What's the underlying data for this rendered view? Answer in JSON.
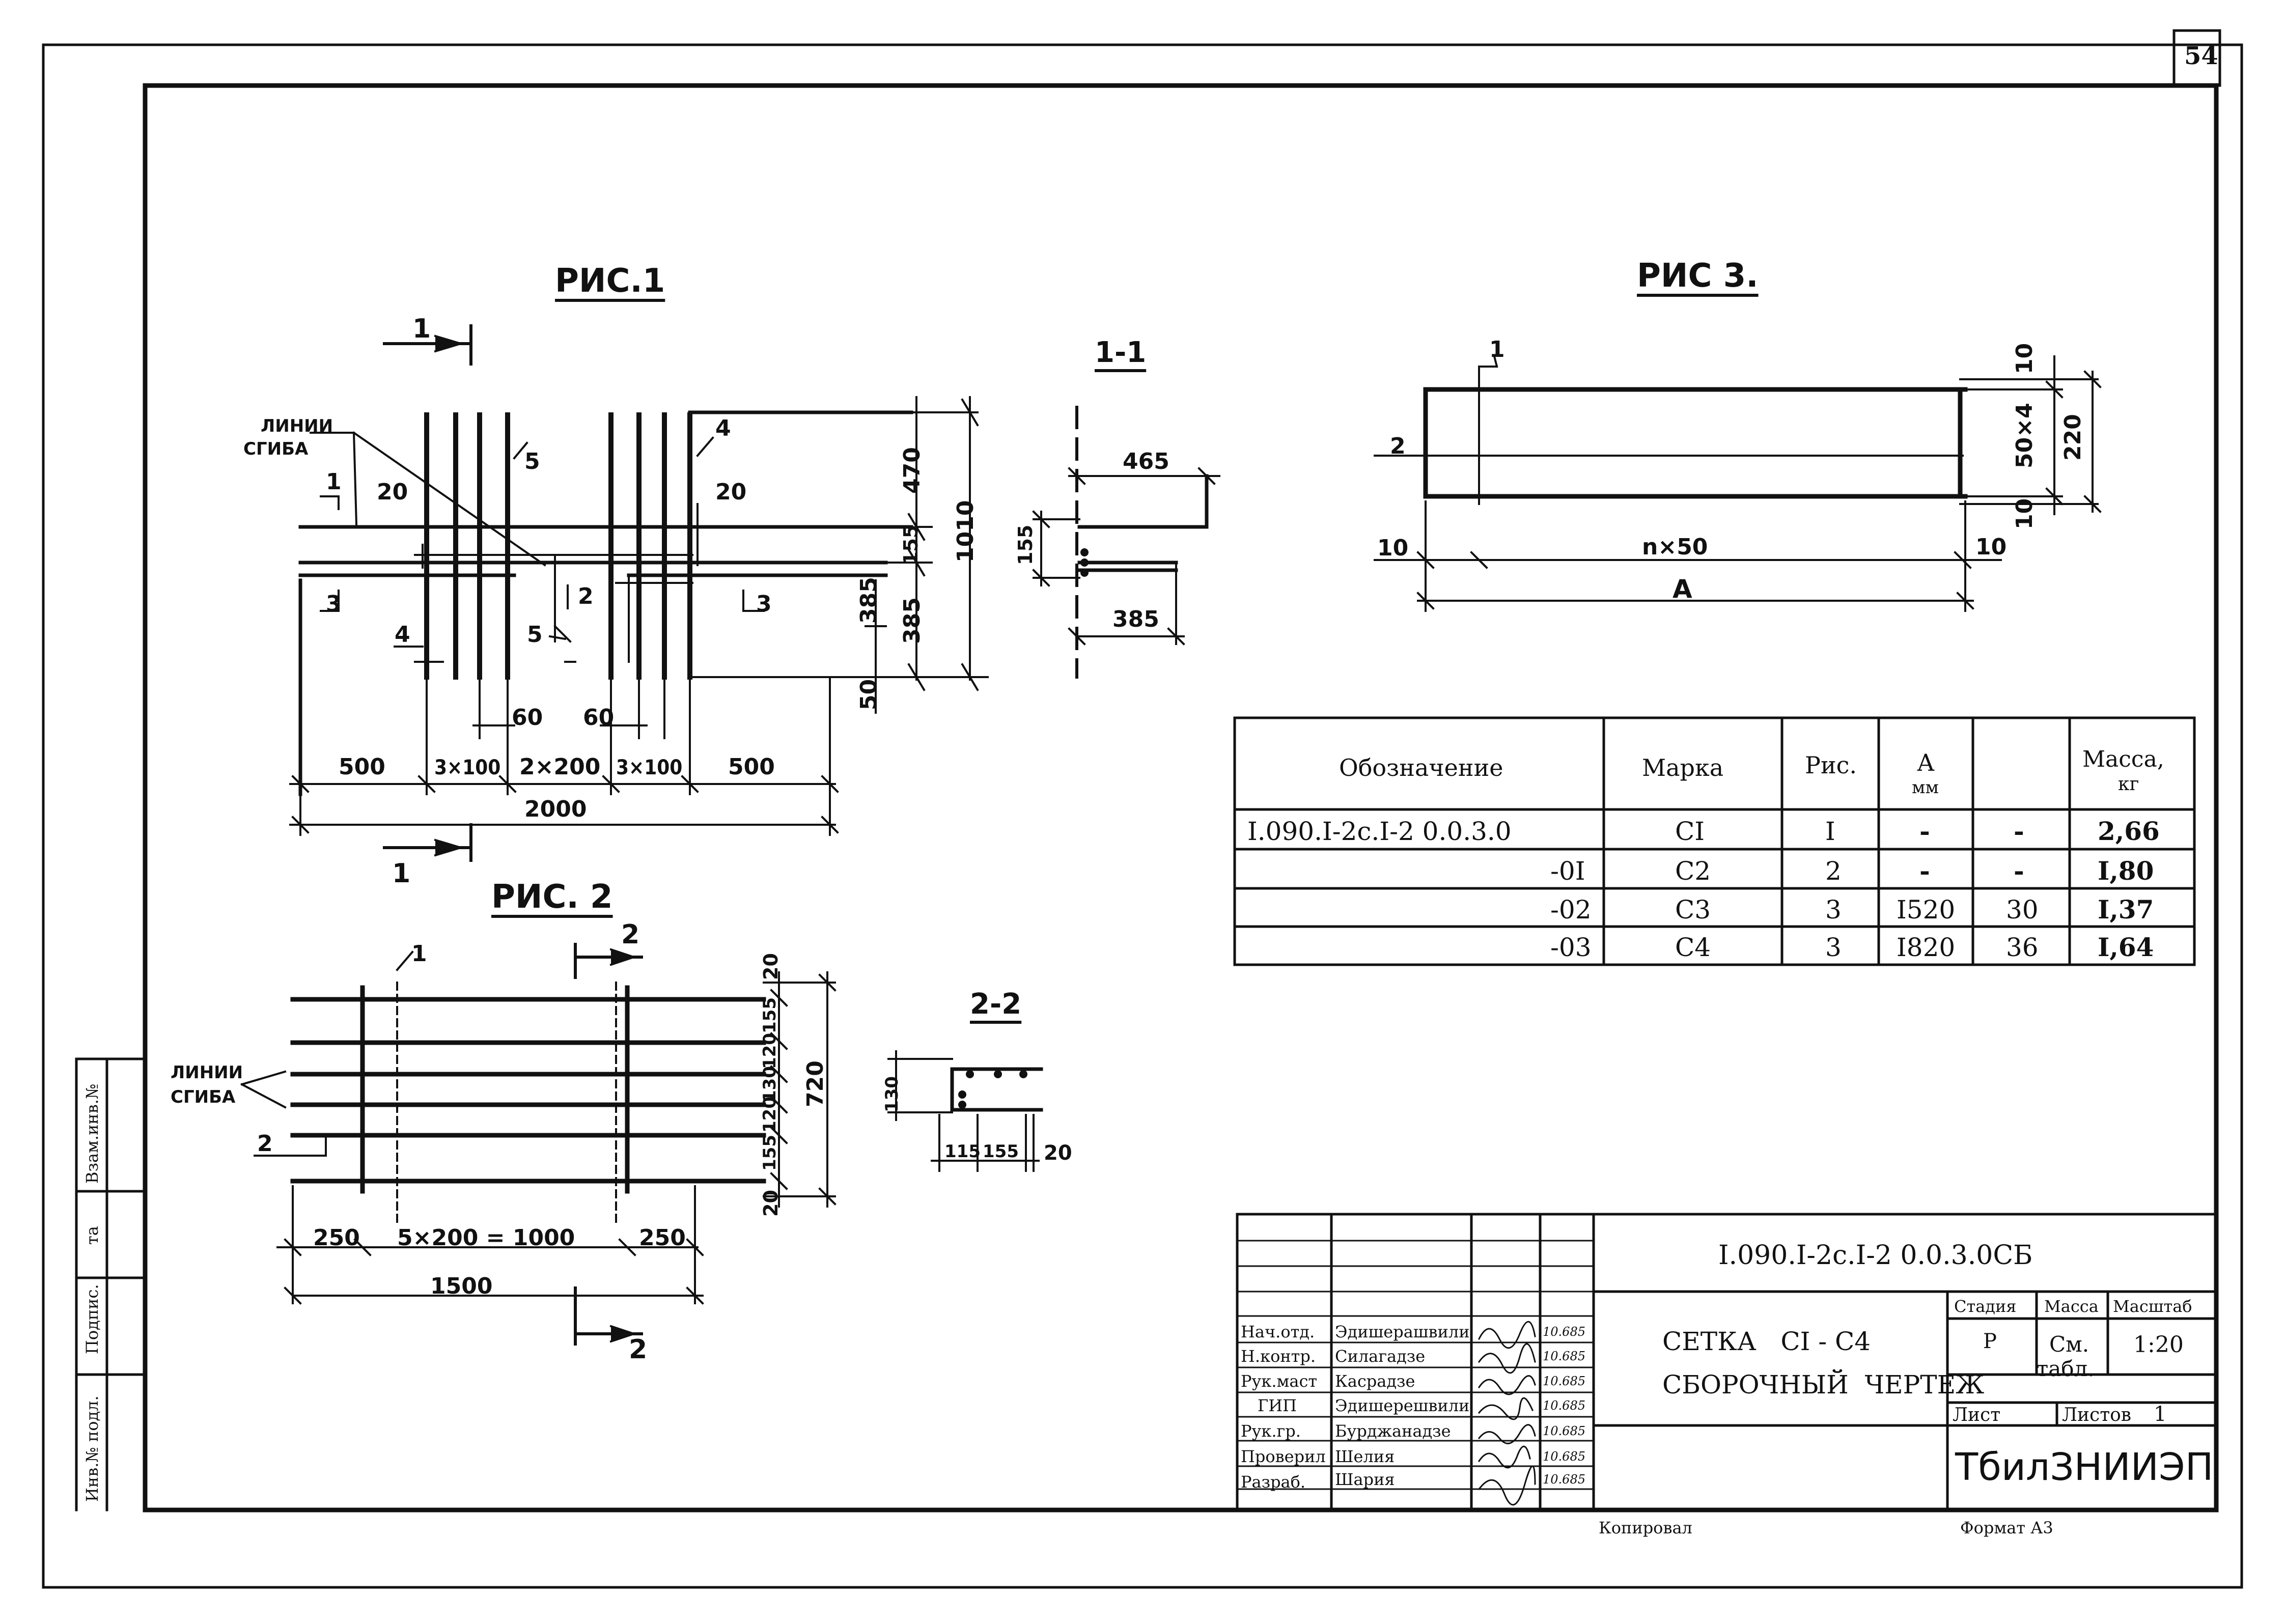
{
  "sheet_number": "54",
  "fig1": {
    "title": "РИС.1",
    "section_mark_top": "1",
    "section_mark_bottom": "1",
    "bend_label_1": "ЛИНИИ",
    "bend_label_2": "СГИБА",
    "pos": [
      "1",
      "2",
      "3",
      "3",
      "4",
      "4",
      "5",
      "5"
    ],
    "dims": {
      "d20a": "20",
      "d20b": "20",
      "d470": "470",
      "d1010": "1010",
      "d155": "155",
      "d385a": "385",
      "d385b": "385",
      "d50": "50",
      "d60a": "60",
      "d60b": "60",
      "d500a": "500",
      "d3x100a": "3×100",
      "d2x200": "2×200",
      "d3x100b": "3×100",
      "d500b": "500",
      "d2000": "2000"
    }
  },
  "sec11": {
    "title": "1-1",
    "d465": "465",
    "d155": "155",
    "d385": "385"
  },
  "fig2": {
    "title": "РИС. 2",
    "section_mark_top": "2",
    "section_mark_bottom": "2",
    "pos1": "1",
    "pos2": "2",
    "bend_label_1": "ЛИНИИ",
    "bend_label_2": "СГИБА",
    "dims": {
      "d20t": "20",
      "d155a": "155",
      "d120a": "120",
      "d130": "130",
      "d120b": "120",
      "d155b": "155",
      "d20b": "20",
      "d720": "720",
      "d250a": "250",
      "d5x200": "5×200 = 1000",
      "d250b": "250",
      "d1500": "1500"
    }
  },
  "sec22": {
    "title": "2-2",
    "d130": "130",
    "d115": "115",
    "d155": "155",
    "d20": "20"
  },
  "fig3": {
    "title": "РИС 3.",
    "pos1": "1",
    "pos2": "2",
    "d10t": "10",
    "d50x4": "50×4",
    "d220": "220",
    "d10r": "10",
    "d10l": "10",
    "dnx50": "n×50",
    "d10b": "10",
    "dA": "А"
  },
  "spec_table": {
    "headers": {
      "designation": "Обозначение",
      "mark": "Марка",
      "fig": "Рис.",
      "a_top": "А",
      "a_bottom": "мм",
      "extra": "",
      "mass_top": "Масса,",
      "mass_bottom": "кг"
    },
    "rows": [
      {
        "designation": "I.090.I-2c.I-2 0.0.3.0",
        "mark": "CI",
        "fig": "I",
        "a": "-",
        "n": "-",
        "mass": "2,66"
      },
      {
        "designation": "-0I",
        "mark": "C2",
        "fig": "2",
        "a": "-",
        "n": "-",
        "mass": "I,80"
      },
      {
        "designation": "-02",
        "mark": "C3",
        "fig": "3",
        "a": "I520",
        "n": "30",
        "mass": "I,37"
      },
      {
        "designation": "-03",
        "mark": "C4",
        "fig": "3",
        "a": "I820",
        "n": "36",
        "mass": "I,64"
      }
    ]
  },
  "side_stamp": {
    "vzam": "Взам.инв.№",
    "podp_data": "та",
    "podpis": "Подпис.",
    "inv": "Инв.№ подл."
  },
  "title_block": {
    "code": "I.090.I-2c.I-2 0.0.3.0СБ",
    "name_line1": "СЕТКА   CI - C4",
    "name_line2": "СБОРОЧНЫЙ  ЧЕРТЕЖ",
    "stage_label": "Стадия",
    "mass_label": "Масса",
    "scale_label": "Масштаб",
    "stage": "Р",
    "mass_1": "См.",
    "mass_2": "табл.",
    "scale": "1:20",
    "sheet_label": "Лист",
    "sheets_label": "Листов",
    "sheets": "1",
    "org": "ТбилЗНИИЭП",
    "roles": [
      {
        "role": "Нач.отд.",
        "name": "Эдишерашвили",
        "date": "10.685"
      },
      {
        "role": "Н.контр.",
        "name": "Силагадзе",
        "date": "10.685"
      },
      {
        "role": "Рук.маст",
        "name": "Касрадзе",
        "date": "10.685"
      },
      {
        "role": "ГИП",
        "name": "Эдишерешвили",
        "date": "10.685"
      },
      {
        "role": "Рук.гр.",
        "name": "Бурджанадзе",
        "date": "10.685"
      },
      {
        "role": "Проверил",
        "name": "Шелия",
        "date": "10.685"
      },
      {
        "role": "Разраб.",
        "name": "Шария",
        "date": "10.685"
      }
    ],
    "copied": "Копировал",
    "format": "Формат А3"
  }
}
